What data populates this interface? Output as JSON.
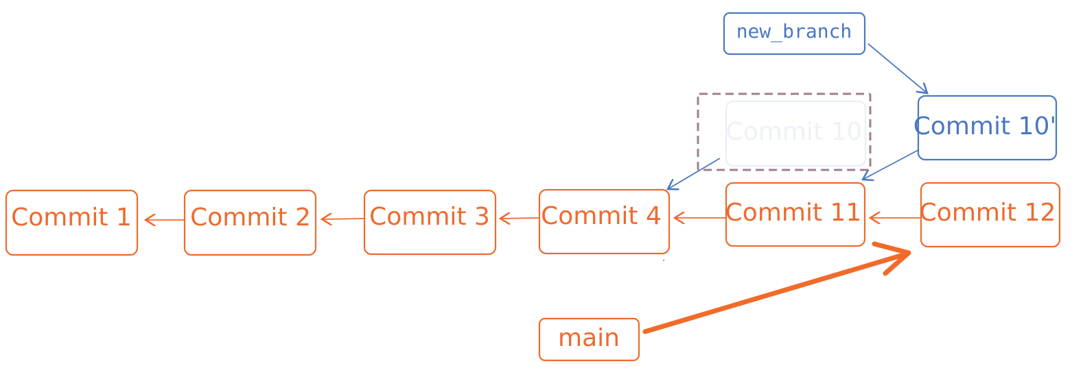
{
  "colors": {
    "orange": "#ee6a2e",
    "blue": "#4a78c0",
    "ghost": "#e9eef6",
    "dashed": "#9d8088"
  },
  "nodes": {
    "commit1": "Commit 1",
    "commit2": "Commit 2",
    "commit3": "Commit 3",
    "commit4": "Commit 4",
    "commit10": "Commit 10",
    "commit10_prime": "Commit 10'",
    "commit11": "Commit 11",
    "commit12": "Commit 12"
  },
  "labels": {
    "new_branch": "new_branch",
    "main": "main"
  }
}
